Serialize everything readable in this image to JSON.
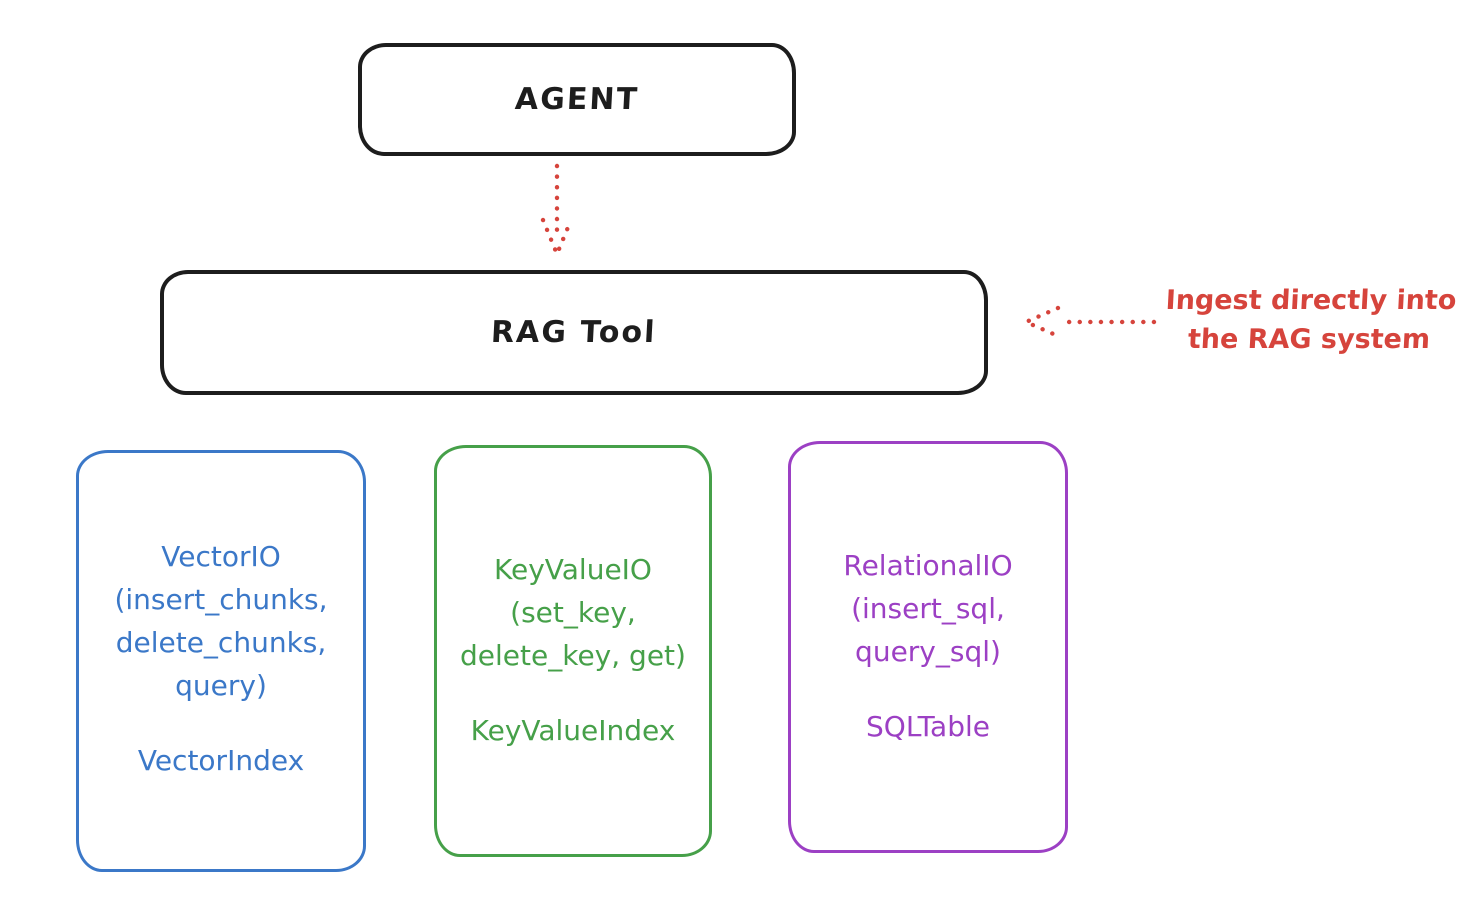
{
  "canvas": {
    "background": "#ffffff"
  },
  "colors": {
    "ink": "#1d1d1d",
    "red": "#d6443c",
    "blue": "#3b78c8",
    "green": "#46a049",
    "purple": "#9c40c4"
  },
  "nodes": {
    "agent": {
      "label": "AGENT"
    },
    "rag_tool": {
      "label": "RAG Tool"
    }
  },
  "annotation": {
    "lines": [
      "Ingest directly into",
      "the RAG system"
    ]
  },
  "cards": [
    {
      "id": "vector-io",
      "color": "#3b78c8",
      "lines": [
        "VectorIO",
        "(insert_chunks,",
        "delete_chunks,",
        "query)"
      ],
      "index_label": "VectorIndex"
    },
    {
      "id": "keyvalue-io",
      "color": "#46a049",
      "lines": [
        "KeyValueIO",
        "(set_key,",
        "delete_key, get)"
      ],
      "index_label": "KeyValueIndex"
    },
    {
      "id": "relational-io",
      "color": "#9c40c4",
      "lines": [
        "RelationalIO",
        "(insert_sql,",
        "query_sql)"
      ],
      "index_label": "SQLTable"
    }
  ]
}
